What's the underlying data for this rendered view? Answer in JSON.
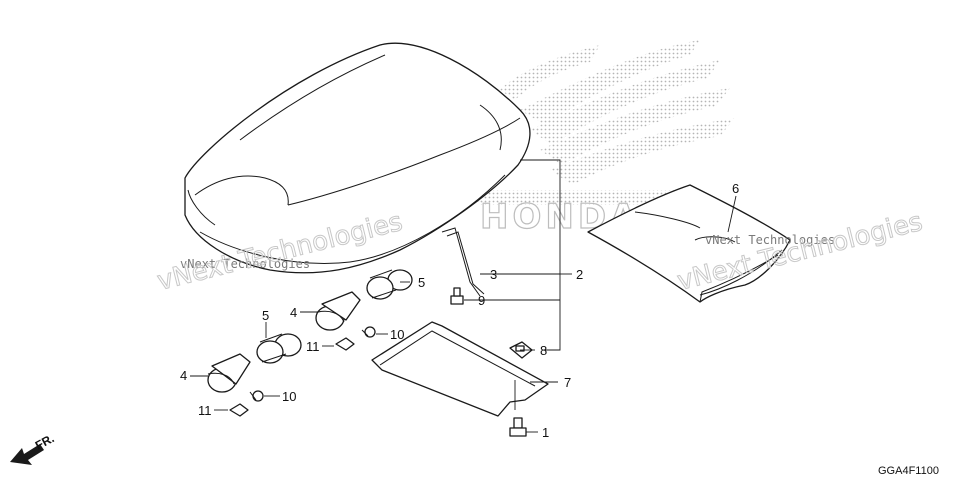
{
  "figure_code": "GGA4F1100",
  "direction_label": "FR.",
  "brand_mark": "HONDA",
  "watermark_text": "vNext Technologies",
  "parts": {
    "p1": "1",
    "p2": "2",
    "p3": "3",
    "p4a": "4",
    "p4b": "4",
    "p5a": "5",
    "p5b": "5",
    "p6": "6",
    "p7": "7",
    "p8": "8",
    "p9": "9",
    "p10a": "10",
    "p10b": "10",
    "p11a": "11",
    "p11b": "11"
  },
  "colors": {
    "ink": "#1a1a1a",
    "watermark": "#c8c8c8",
    "dots": "#b5b5b5"
  }
}
